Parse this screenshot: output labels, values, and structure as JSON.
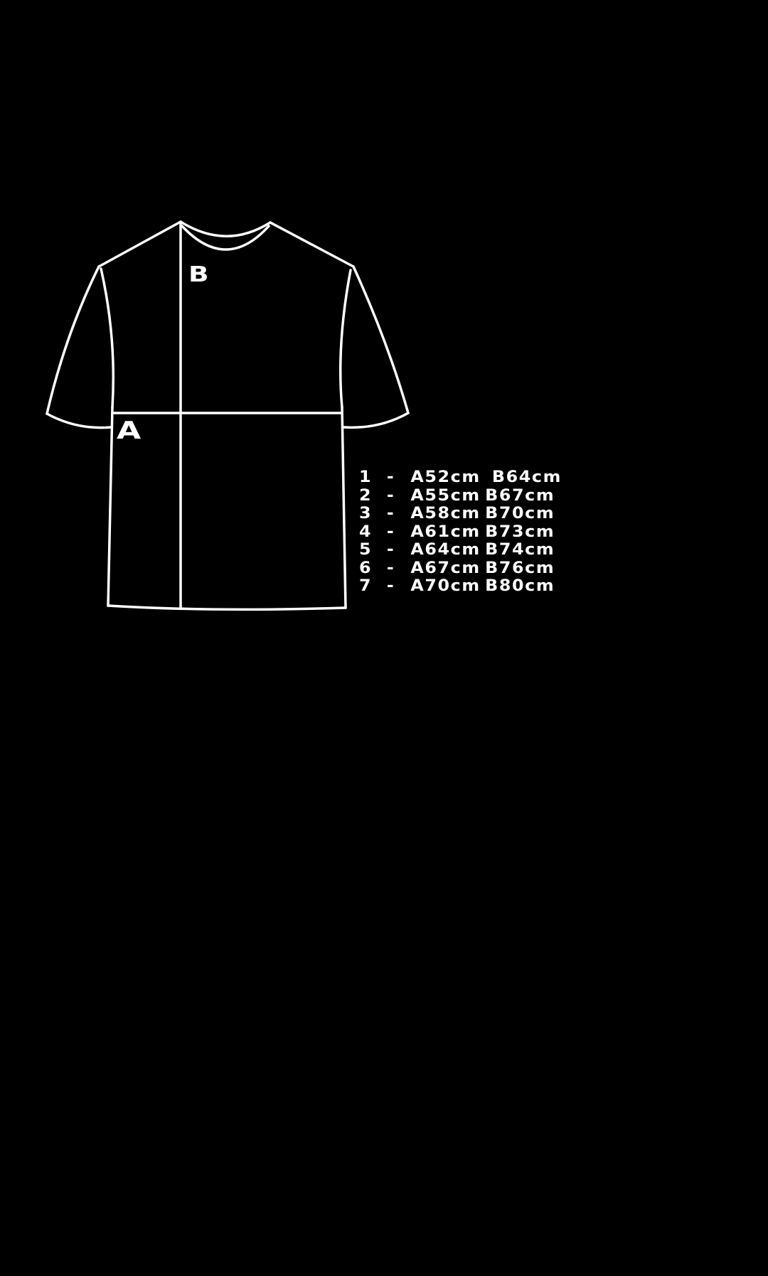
{
  "background_color": "#000000",
  "line_color": "#ffffff",
  "diagram": {
    "type": "t-shirt size guide",
    "label_width": "A",
    "label_length": "B"
  },
  "size_chart": {
    "rows": [
      {
        "size": "1",
        "separator": "-",
        "a": "A52cm",
        "b": "B64cm"
      },
      {
        "size": "2",
        "separator": "-",
        "a": "A55cm",
        "b": "B67cm"
      },
      {
        "size": "3",
        "separator": "-",
        "a": "A58cm",
        "b": "B70cm"
      },
      {
        "size": "4",
        "separator": "-",
        "a": "A61cm",
        "b": "B73cm"
      },
      {
        "size": "5",
        "separator": "-",
        "a": "A64cm",
        "b": "B74cm"
      },
      {
        "size": "6",
        "separator": "-",
        "a": "A67cm",
        "b": "B76cm"
      },
      {
        "size": "7",
        "separator": "-",
        "a": "A70cm",
        "b": "B80cm"
      }
    ]
  }
}
